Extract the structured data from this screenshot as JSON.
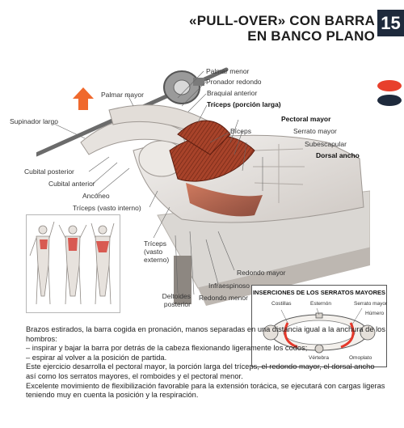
{
  "header": {
    "title_line1": "«PULL-OVER» CON BARRA",
    "title_line2": "EN BANCO PLANO",
    "chapter_number": "15",
    "accent_colors": {
      "red": "#e8402c",
      "navy": "#1e2a3c"
    }
  },
  "labels": {
    "palmar_menor": "Palmar menor",
    "pronador_redondo": "Pronador redondo",
    "palmar_mayor": "Palmar mayor",
    "braquial_anterior": "Braquial anterior",
    "triceps_larga": "Tríceps (porción larga)",
    "supinador_largo": "Supinador largo",
    "pectoral_mayor": "Pectoral mayor",
    "biceps": "Bíceps",
    "serrato_mayor": "Serrato mayor",
    "subescapular": "Subescapular",
    "dorsal_ancho": "Dorsal ancho",
    "cubital_posterior": "Cubital posterior",
    "cubital_anterior": "Cubital anterior",
    "ancóneo": "Ancóneo",
    "triceps_vasto_interno": "Tríceps (vasto interno)",
    "triceps_vasto_externo": "Tríceps (vasto externo)",
    "redondo_mayor": "Redondo mayor",
    "infraespinoso": "Infraespinoso",
    "deltoides_posterior": "Deltoides posterior",
    "redondo_menor": "Redondo menor"
  },
  "inset": {
    "title": "INSERCIONES DE LOS SERRATOS MAYORES",
    "costillas": "Costillas",
    "esternon": "Esternón",
    "serrato_mayor": "Serrato mayor",
    "humero": "Húmero",
    "vertebra": "Vértebra",
    "omoplato": "Omoplato"
  },
  "body_text": {
    "p1": "Brazos estirados, la barra cogida en pronación, manos separadas en una distancia igual a la anchura de los hombros:",
    "p2": "– inspirar y bajar la barra por detrás de la cabeza flexionando ligeramente los codos;",
    "p3": "– espirar al volver a la posición de partida.",
    "p4": "Este ejercicio desarrolla el pectoral mayor, la porción larga del tríceps, el redondo mayor, el dorsal ancho así como los serratos mayores, el romboides y el pectoral menor.",
    "p5": "Excelente movimiento de flexibilización favorable para la extensión torácica, se ejecutará con cargas ligeras teniendo muy en cuenta la posición y la respiración."
  }
}
